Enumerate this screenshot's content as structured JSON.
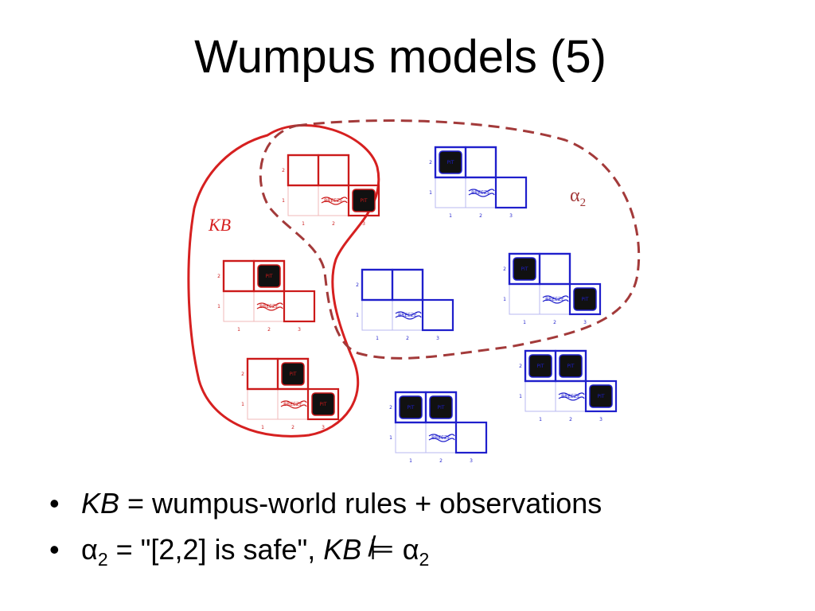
{
  "title": "Wumpus models (5)",
  "regions": {
    "kb_label": "KB",
    "alpha_symbol": "α",
    "alpha_sub": "2"
  },
  "cell_texts": {
    "pit": "PIT",
    "breeze": "BREEZE"
  },
  "axis_ticks": {
    "x": [
      "1",
      "2",
      "3"
    ],
    "y": [
      "1",
      "2"
    ]
  },
  "colors": {
    "kb": "#d62020",
    "alpha": "#a33a3a",
    "model_kb": "#cc1a1a",
    "model_other": "#1f1fcc",
    "pit_fill": "#111111"
  },
  "models": [
    {
      "id": "m1",
      "in_kb": true,
      "pits": [
        "3,1"
      ]
    },
    {
      "id": "m2",
      "in_kb": false,
      "pits": [
        "1,2"
      ]
    },
    {
      "id": "m3",
      "in_kb": true,
      "pits": [
        "2,2"
      ]
    },
    {
      "id": "m4",
      "in_kb": false,
      "pits": []
    },
    {
      "id": "m5",
      "in_kb": false,
      "pits": [
        "1,2",
        "3,1"
      ]
    },
    {
      "id": "m6",
      "in_kb": true,
      "pits": [
        "2,2",
        "3,1"
      ]
    },
    {
      "id": "m7",
      "in_kb": false,
      "pits": [
        "1,2",
        "2,2"
      ]
    },
    {
      "id": "m8",
      "in_kb": false,
      "pits": [
        "1,2",
        "2,2",
        "3,1"
      ]
    }
  ],
  "bullets": [
    {
      "kb": "KB",
      "text": " = wumpus-world rules + observations"
    },
    {
      "alpha": "α",
      "alpha_sub": "2",
      "text": " = \"[2,2] is safe\", ",
      "kb": "KB",
      "slash": "/",
      "entails": "⊨",
      "alpha2": "α",
      "alpha2_sub": "2"
    }
  ]
}
